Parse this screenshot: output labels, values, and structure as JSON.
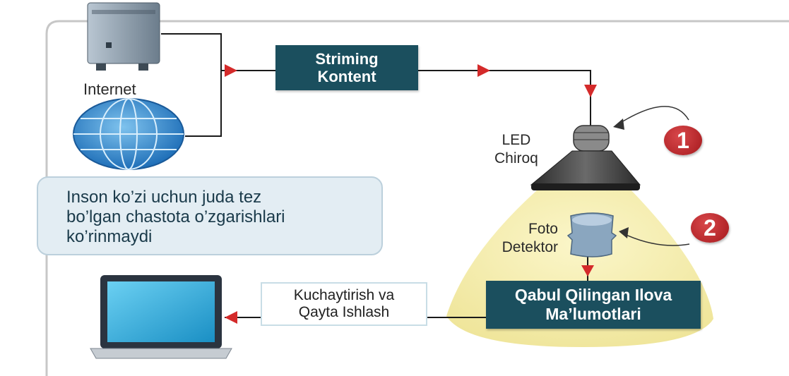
{
  "labels": {
    "internet": "Internet",
    "led": [
      "LED",
      "Chiroq"
    ],
    "photo": [
      "Foto",
      "Detektor"
    ]
  },
  "boxes": {
    "streaming": [
      "Striming",
      "Kontent"
    ],
    "received": [
      "Qabul Qilingan Ilova",
      "Ma’lumotlari"
    ],
    "processing": [
      "Kuchaytirish va",
      "Qayta Ishlash"
    ]
  },
  "note": [
    "Inson ko’zi uchun juda tez",
    "bo’lgan chastota o’zgarishlari",
    "ko’rinmaydi"
  ],
  "badges": [
    "1",
    "2"
  ],
  "colors": {
    "dark_box": "#1b4f5e",
    "arrow_red": "#d42a2a",
    "light_cone": "#f2eaa8",
    "note_bg": "#e3edf3",
    "badge_red": "#b3201f"
  }
}
